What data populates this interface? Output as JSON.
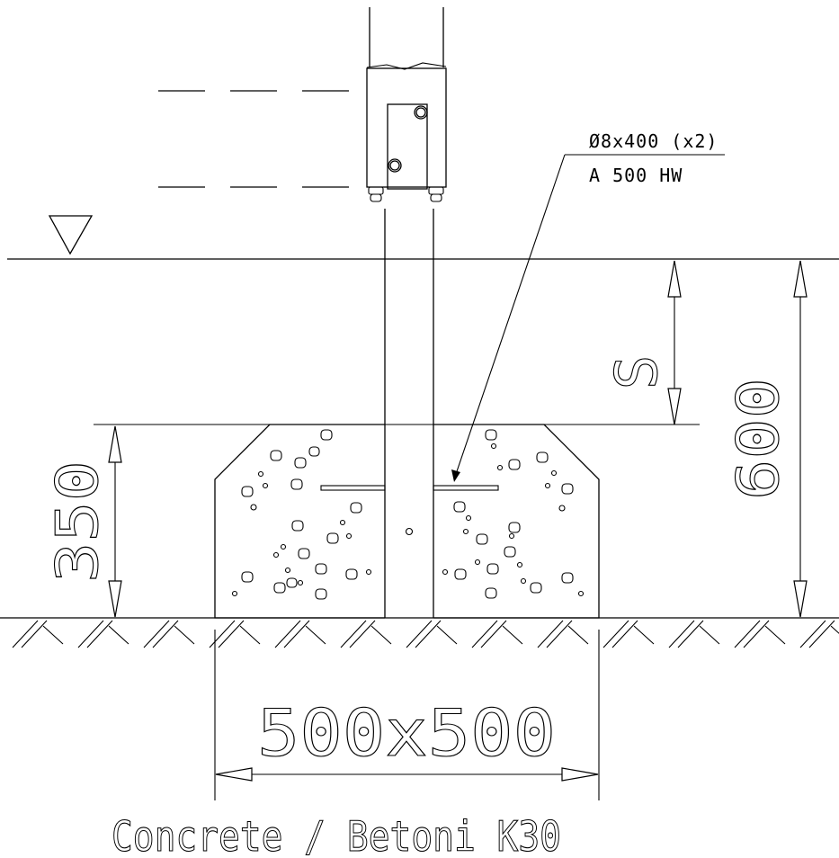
{
  "labels": {
    "rebar_spec": "Ø8x400 (x2)",
    "steel_grade": "A 500 HW",
    "depth_s": "S",
    "depth_total": "600",
    "foundation_height": "350",
    "foundation_size": "500x500",
    "material": "Concrete / Betoni K30"
  }
}
